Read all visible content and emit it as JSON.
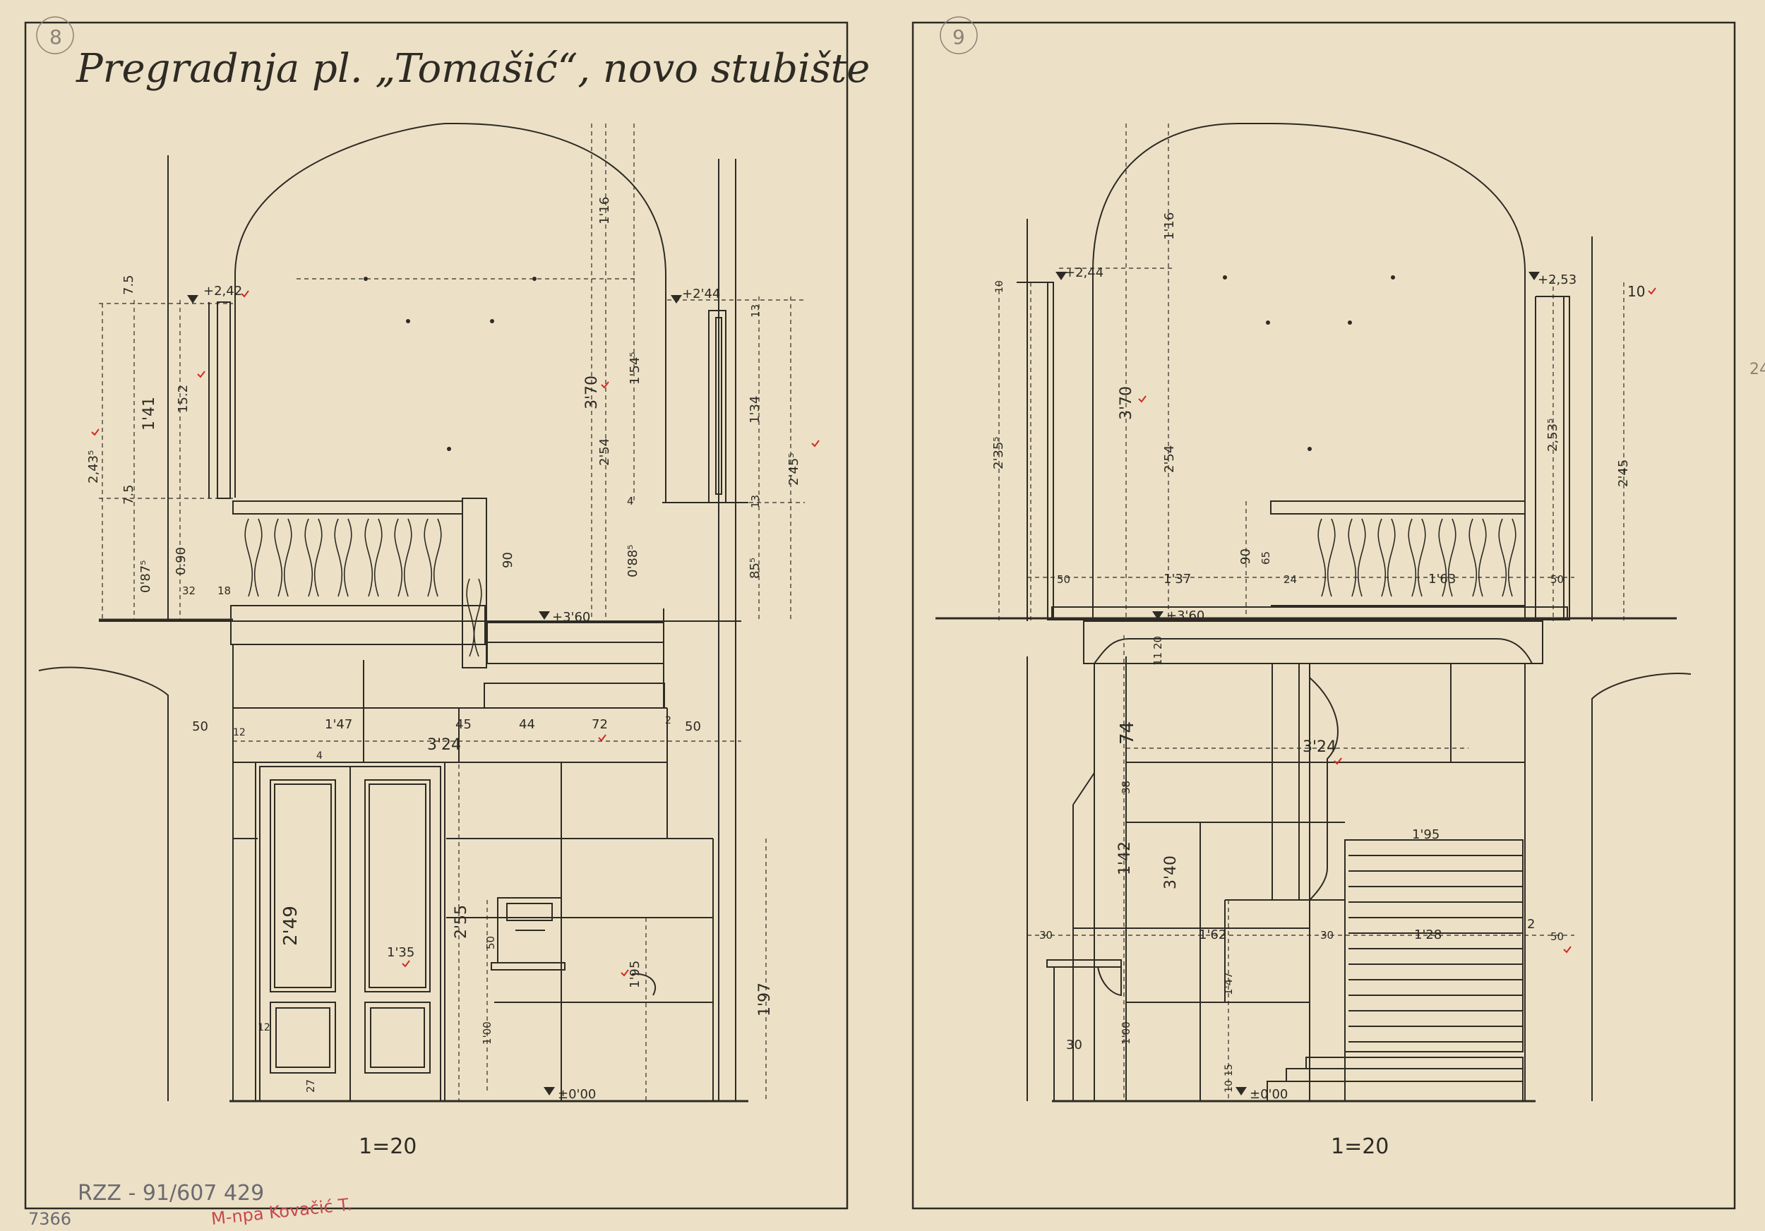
{
  "title": "Pregradnja pl. „Tomašić“, novo stubište",
  "sheet_marks": {
    "left_circle": "8",
    "right_circle": "9",
    "margin_number": "24"
  },
  "left_drawing": {
    "scale": "1=20",
    "levels": {
      "window_left": "+2,42",
      "window_right": "+2'44",
      "floor_upper": "+3'60",
      "floor_ground": "±0'00"
    },
    "dims": {
      "d_116": "1'16",
      "d_370": "3'70",
      "d_254": "2'54",
      "d_154": "1'54⁵",
      "d_141": "1'41",
      "d_152": "15.2",
      "d_2435": "2,43⁵",
      "d_75a": "7.5",
      "d_75b": "7.5",
      "d_0875": "0'87⁵",
      "d_090": "0.90",
      "d_32": "32",
      "d_18": "18",
      "d_90": "90",
      "d_0885": "0'88⁵",
      "d_4": "4",
      "d_134": "1'34",
      "d_13a": "13",
      "d_13b": "13",
      "d_2455": "2'45⁵",
      "d_855": "85⁵",
      "d_50a": "50",
      "d_12": "12",
      "d_147": "1'47",
      "d_324": "3'24",
      "d_45": "45",
      "d_44": "44",
      "d_72": "72",
      "d_2": "2",
      "d_50b": "50",
      "d_249": "2'49",
      "d_135": "1'35",
      "d_255": "2'55",
      "d_50c": "50",
      "d_195": "1'95",
      "d_197": "1'97",
      "d_100": "1'00",
      "d_27": "27",
      "d_12b": "12",
      "d_4b": "4"
    }
  },
  "right_drawing": {
    "scale": "1=20",
    "levels": {
      "window_left": "+2,44",
      "window_right": "+2,53",
      "floor_upper": "+3'60",
      "floor_ground": "±0'00"
    },
    "dims": {
      "d_116": "1'16",
      "d_370": "3'70",
      "d_254": "2'54",
      "d_2355": "2'35⁵",
      "d_10a": "10",
      "d_10b": "10",
      "d_2535": "2,53⁵",
      "d_245": "2'45",
      "d_50a": "50",
      "d_137": "1'37",
      "d_90": "90",
      "d_65": "65",
      "d_24": "24",
      "d_163": "1'63",
      "d_50b": "50",
      "d_20": "20",
      "d_11": "11",
      "d_74": "74",
      "d_324": "3'24",
      "d_38": "38",
      "d_142": "1'42",
      "d_340": "3'40",
      "d_195": "1'95",
      "d_30a": "30",
      "d_162": "1'62",
      "d_30b": "30",
      "d_128": "1'28",
      "d_2": "2",
      "d_50c": "50",
      "d_147": "1'47",
      "d_30c": "30",
      "d_100": "1'00",
      "d_15": "15",
      "d_10c": "10"
    }
  },
  "archive_marks": {
    "number": "RZZ - 91/607 429",
    "id": "7366",
    "stamp": "M-npa Kovačić T."
  },
  "colors": {
    "paper": "#ece1c6",
    "ink": "#2e2a24",
    "red_check": "#d22a22",
    "pencil": "#8b8276"
  }
}
